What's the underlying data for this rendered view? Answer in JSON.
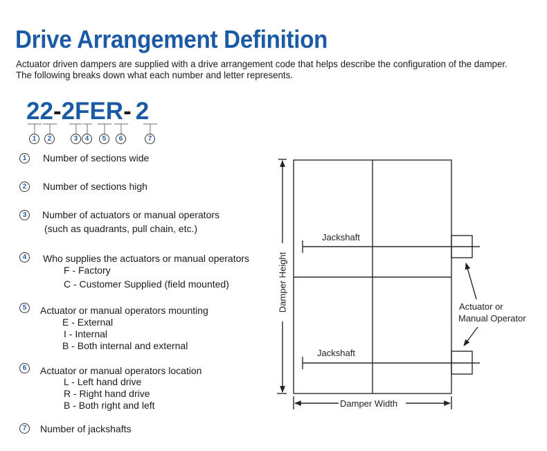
{
  "header": {
    "title": "Drive Arrangement Definition",
    "intro": "Actuator driven dampers are supplied with a drive arrangement code that helps describe the configuration of the damper. The following breaks down what each number and letter represents."
  },
  "code": {
    "parts": [
      "22",
      "-",
      "2FER",
      "-",
      "2"
    ],
    "markers": [
      "1",
      "2",
      "3",
      "4",
      "5",
      "6",
      "7"
    ]
  },
  "definitions": [
    {
      "num": "1",
      "text": "Number of sections wide",
      "details": []
    },
    {
      "num": "2",
      "text": "Number of sections high",
      "details": []
    },
    {
      "num": "3",
      "text": "Number of actuators or manual operators",
      "details": [
        "(such as quadrants, pull chain, etc.)"
      ]
    },
    {
      "num": "4",
      "text": "Who supplies the actuators or manual operators",
      "details": [
        "F - Factory",
        "C - Customer Supplied (field mounted)"
      ]
    },
    {
      "num": "5",
      "text": "Actuator or manual operators mounting",
      "details": [
        "E - External",
        "I -  Internal",
        "B - Both internal and external"
      ]
    },
    {
      "num": "6",
      "text": "Actuator or manual operators location",
      "details": [
        "L - Left hand drive",
        "R - Right hand drive",
        "B - Both right and left"
      ]
    },
    {
      "num": "7",
      "text": "Number of jackshafts",
      "details": []
    }
  ],
  "diagram": {
    "jackshaft_top": "Jackshaft",
    "jackshaft_bottom": "Jackshaft",
    "actuator_label_line1": "Actuator or",
    "actuator_label_line2": "Manual Operator",
    "height_label": "Damper Height",
    "width_label": "Damper Width"
  },
  "colors": {
    "accent_blue": "#1b5aa5",
    "text": "#1a1a1a"
  }
}
